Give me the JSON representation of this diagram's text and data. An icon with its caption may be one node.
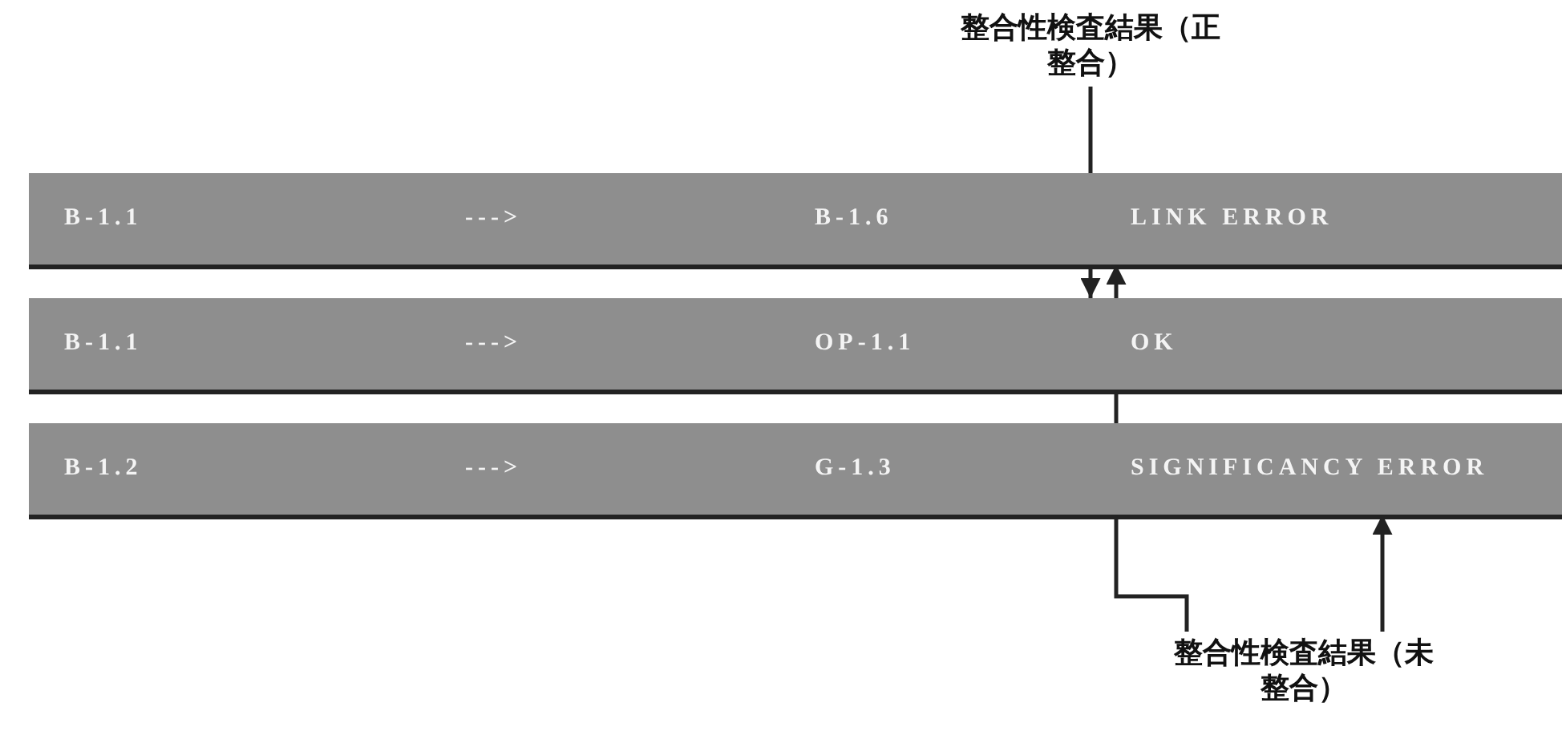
{
  "diagram": {
    "nodes": [
      {
        "text": [
          "整合性検査結果（正整合）"
        ]
      },
      {
        "text": [
          "B-1.1",
          "--->",
          "B-1.6",
          "LINK ERROR"
        ]
      },
      {
        "text": [
          "B-1.1",
          "--->",
          "OP-1.1",
          "OK"
        ]
      },
      {
        "text": [
          "B-1.2",
          "--->",
          "G-1.3",
          "SIGNIFICANCY ERROR"
        ]
      },
      {
        "text": [
          "整合性検査結果（未整合）"
        ]
      }
    ],
    "edges": [
      {
        "from": 0,
        "to": 2,
        "arrow": "to"
      },
      {
        "from": 4,
        "to": 1,
        "arrow": "to"
      },
      {
        "from": 4,
        "to": 3,
        "arrow": "to"
      }
    ]
  }
}
